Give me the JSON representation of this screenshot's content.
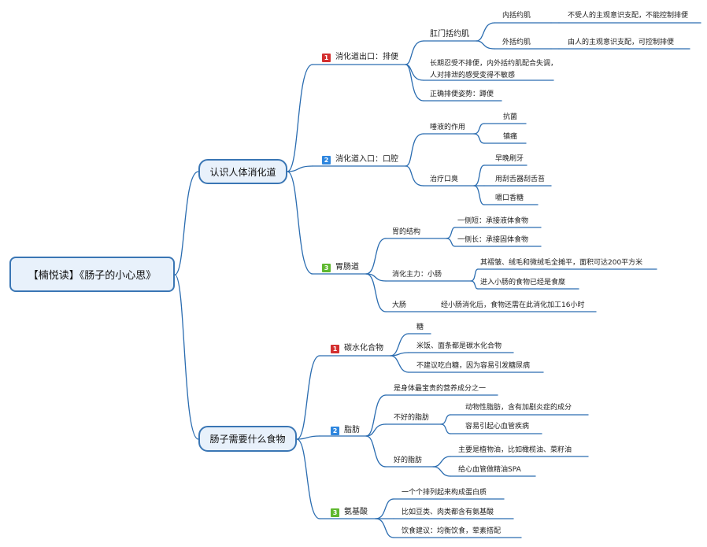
{
  "colors": {
    "line": "#2a6cb0",
    "root_fill": "#e8f1fb",
    "badge_1": "#d32f2f",
    "badge_2": "#2e86de",
    "badge_3": "#5fb82f"
  },
  "root": {
    "label": "【楠悦读】《肠子的小心思》"
  },
  "branch1": {
    "label": "认识人体消化道",
    "outlet": {
      "num": "1",
      "label": "消化道出口：排便",
      "sphincter": {
        "label": "肛门括约肌",
        "internal": {
          "label": "内括约肌",
          "desc": "不受人的主观意识支配，不能控制排便"
        },
        "external": {
          "label": "外括约肌",
          "desc": "由人的主观意识支配，可控制排便"
        }
      },
      "holding": "长期忍受不排便，内外括约肌配合失调，人对排泄的感受变得不敏感",
      "posture": "正确排便姿势：蹲便"
    },
    "inlet": {
      "num": "2",
      "label": "消化道入口：口腔",
      "saliva": {
        "label": "唾液的作用",
        "items": [
          "抗菌",
          "镇痛"
        ]
      },
      "halitosis": {
        "label": "治疗口臭",
        "items": [
          "早晚刷牙",
          "用刮舌器刮舌苔",
          "嚼口香糖"
        ]
      }
    },
    "gi": {
      "num": "3",
      "label": "胃肠道",
      "stomach": {
        "label": "胃的结构",
        "items": [
          "一侧短：承接液体食物",
          "一侧长：承接固体食物"
        ]
      },
      "small": {
        "label": "消化主力：小肠",
        "items": [
          "其褶皱、绒毛和微绒毛全摊平，面积可达200平方米",
          "进入小肠的食物已经是食糜"
        ]
      },
      "large": {
        "label": "大肠",
        "desc": "经小肠消化后，食物还需在此消化加工16小时"
      }
    }
  },
  "branch2": {
    "label": "肠子需要什么食物",
    "carbs": {
      "num": "1",
      "label": "碳水化合物",
      "items": [
        "糖",
        "米饭、面条都是碳水化合物",
        "不建议吃白糖，因为容易引发糖尿病"
      ]
    },
    "fat": {
      "num": "2",
      "label": "脂肪",
      "top": "是身体最宝贵的营养成分之一",
      "bad": {
        "label": "不好的脂肪",
        "items": [
          "动物性脂肪，含有加剧炎症的成分",
          "容易引起心血管疾病"
        ]
      },
      "good": {
        "label": "好的脂肪",
        "items": [
          "主要是植物油，比如橄榄油、菜籽油",
          "给心血管做精油SPA"
        ]
      }
    },
    "amino": {
      "num": "3",
      "label": "氨基酸",
      "items": [
        "一个个排列起来构成蛋白质",
        "比如豆类、肉类都含有氨基酸",
        "饮食建议：均衡饮食，荤素搭配"
      ]
    }
  }
}
